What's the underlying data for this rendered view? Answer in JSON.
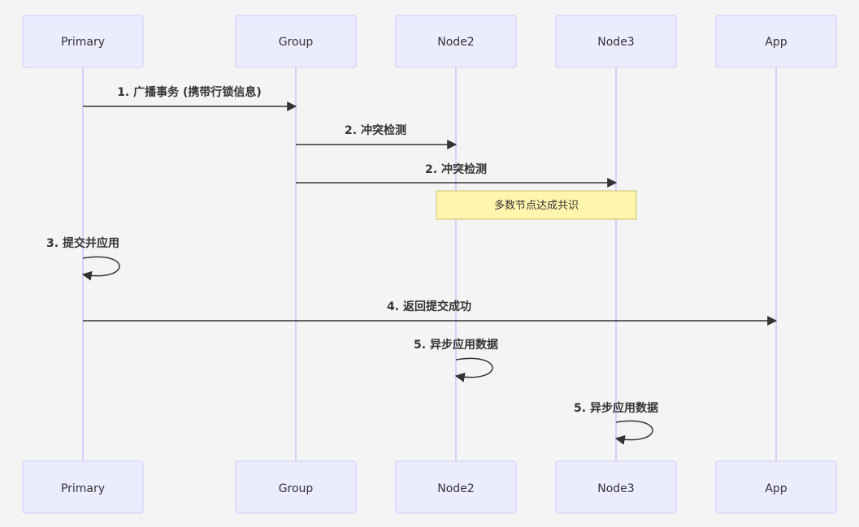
{
  "participants": [
    {
      "id": "primary",
      "label": "Primary"
    },
    {
      "id": "group",
      "label": "Group"
    },
    {
      "id": "node2",
      "label": "Node2"
    },
    {
      "id": "node3",
      "label": "Node3"
    },
    {
      "id": "app",
      "label": "App"
    }
  ],
  "messages": [
    {
      "from": "primary",
      "to": "group",
      "text": "1. 广播事务 (携带行锁信息)"
    },
    {
      "from": "group",
      "to": "node2",
      "text": "2. 冲突检测"
    },
    {
      "from": "group",
      "to": "node3",
      "text": "2. 冲突检测"
    },
    {
      "note_over": [
        "node2",
        "node3"
      ],
      "text": "多数节点达成共识"
    },
    {
      "from": "primary",
      "to": "primary",
      "text": "3. 提交并应用"
    },
    {
      "from": "primary",
      "to": "app",
      "text": "4. 返回提交成功"
    },
    {
      "from": "node2",
      "to": "node2",
      "text": "5. 异步应用数据"
    },
    {
      "from": "node3",
      "to": "node3",
      "text": "5. 异步应用数据"
    }
  ],
  "colors": {
    "actor_fill": "#ececff",
    "actor_stroke": "#cdcdfb",
    "lifeline": "#d5d0f7",
    "note_fill": "#fff5ad",
    "note_stroke": "#c9c36a",
    "line": "#333333",
    "background": "#f4f4f4"
  }
}
